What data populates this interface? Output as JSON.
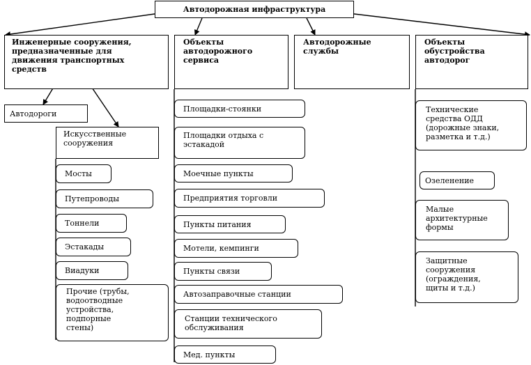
{
  "root": "Автодорожная инфраструктура",
  "columns": {
    "engineering": "Инженерные сооружения,\nпредназначенные для\nдвижения транспортных\nсредств",
    "service": "Объекты\nавтодорожного\nсервиса",
    "road_services": "Автодорожные\nслужбы",
    "furnishing": "Объекты\nобустройства\nавтодорог"
  },
  "engineering_children": {
    "roads": "Автодороги",
    "artificial": "Искусственные\nсооружения"
  },
  "artificial_items": [
    "Мосты",
    "Путепроводы",
    "Тоннели",
    "Эстакады",
    "Виадуки",
    "Прочие (трубы,\nводоотводные\nустройства,\nподпорные\nстены)"
  ],
  "service_items": [
    "Площадки-стоянки",
    "Площадки отдыха с\nэстакадой",
    "Моечные пункты",
    "Предприятия торговли",
    "Пункты питания",
    "Мотели, кемпинги",
    "Пункты связи",
    "Автозаправочные станции",
    "Станции технического\nобслуживания",
    "Мед. пункты"
  ],
  "furnishing_items": [
    "Технические\nсредства ОДД\n(дорожные знаки,\nразметка и т.д.)",
    "Озеленение",
    "Малые\nархитектурные\nформы",
    "Защитные\nсооружения\n(ограждения,\nщиты и т.д.)"
  ]
}
